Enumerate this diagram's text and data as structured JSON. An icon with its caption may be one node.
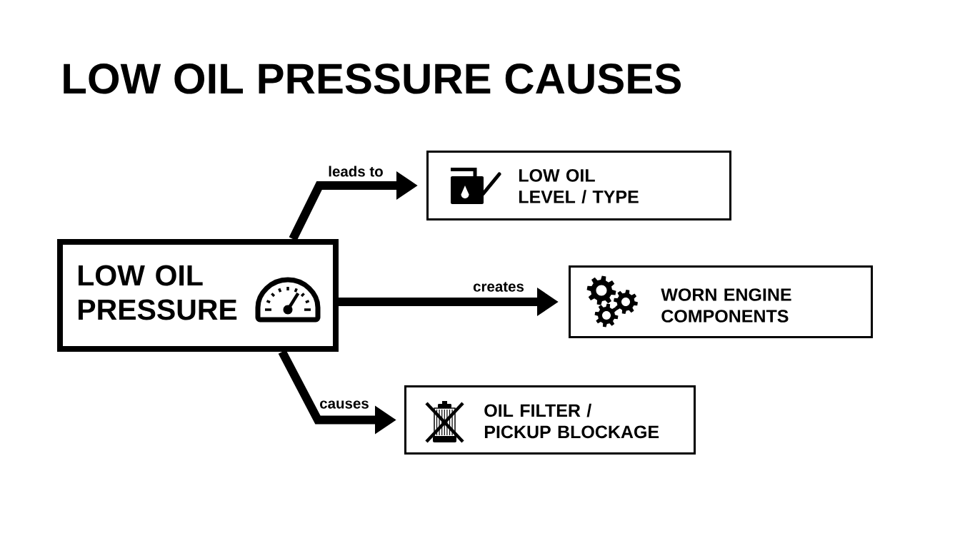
{
  "diagram": {
    "title": "LOW OIL PRESSURE CAUSES",
    "nodes": [
      {
        "text": [
          "LOW OIL PRESSURE"
        ]
      },
      {
        "text": [
          "LOW OIL LEVEL / TYPE"
        ]
      },
      {
        "text": [
          "WORN ENGINE COMPONENTS"
        ]
      },
      {
        "text": [
          "OIL FILTER / PICKUP BLOCKAGE"
        ]
      }
    ],
    "edges": [
      {
        "from": 0,
        "to": 1,
        "arrow": "to",
        "label": "leads to"
      },
      {
        "from": 0,
        "to": 2,
        "arrow": "to",
        "label": "creates"
      },
      {
        "from": 0,
        "to": 3,
        "arrow": "to",
        "label": "causes"
      }
    ]
  }
}
